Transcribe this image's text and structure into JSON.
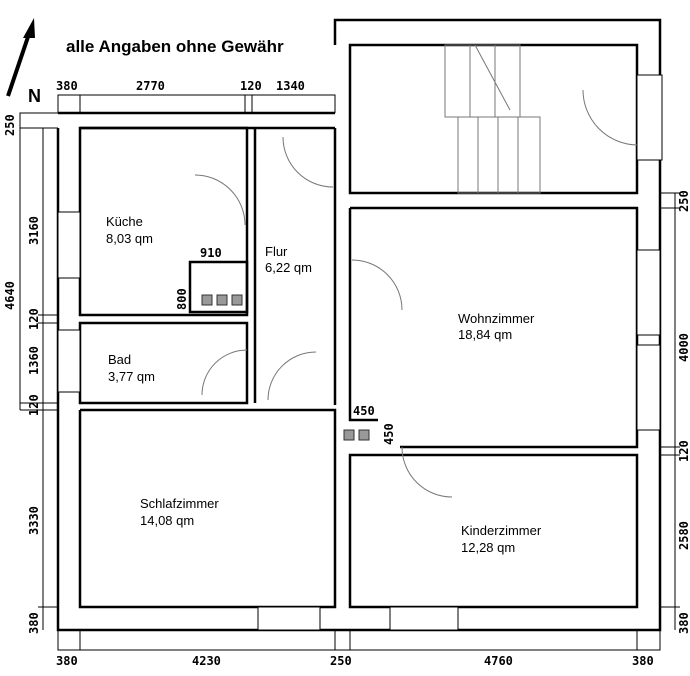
{
  "title": "alle Angaben ohne Gewähr",
  "north_label": "N",
  "rooms": [
    {
      "name": "Küche",
      "area": "8,03 qm"
    },
    {
      "name": "Flur",
      "area": "6,22 qm"
    },
    {
      "name": "Bad",
      "area": "3,77 qm"
    },
    {
      "name": "Schlafzimmer",
      "area": "14,08 qm"
    },
    {
      "name": "Wohnzimmer",
      "area": "18,84 qm"
    },
    {
      "name": "Kinderzimmer",
      "area": "12,28 qm"
    }
  ],
  "dims_top": [
    "380",
    "2770",
    "120",
    "1340"
  ],
  "dims_bottom": [
    "380",
    "4230",
    "250",
    "4760",
    "380"
  ],
  "dims_left": [
    "250",
    "3160",
    "4640",
    "120",
    "1360",
    "120",
    "3330",
    "380"
  ],
  "dims_right": [
    "250",
    "4000",
    "120",
    "2580",
    "380"
  ],
  "dims_inner": [
    "910",
    "800",
    "450",
    "450"
  ]
}
